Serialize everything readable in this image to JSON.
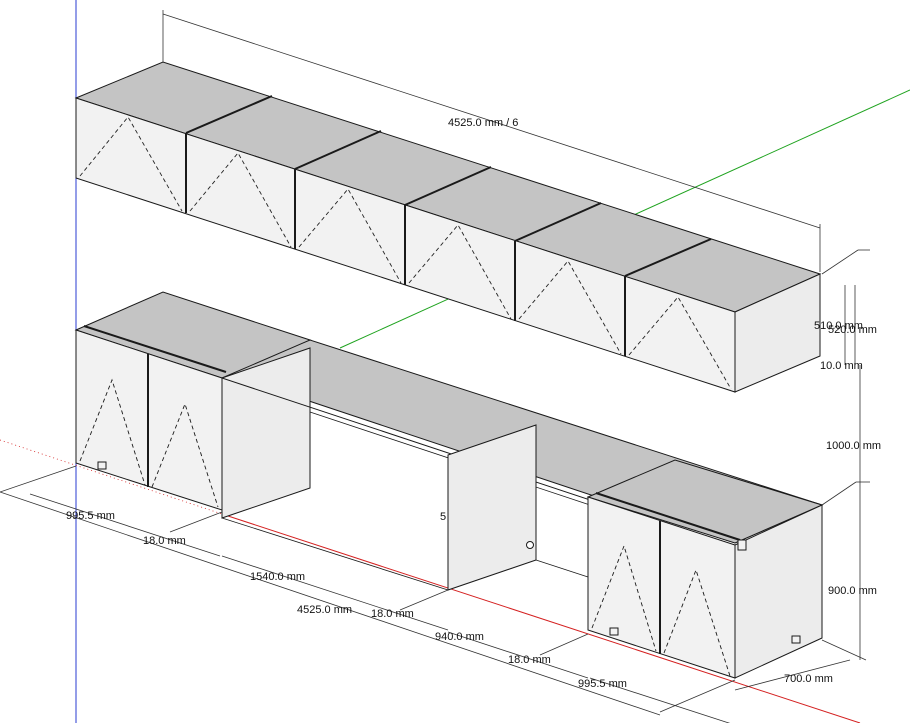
{
  "colors": {
    "background": "#ffffff",
    "axis_blue": "#2a3bd0",
    "axis_green": "#1fa31f",
    "axis_red": "#d42020",
    "top_face": "#c4c4c4",
    "front_face": "#f2f2f2",
    "side_face": "#ececec",
    "edge": "#1a1a1a",
    "dim_line": "#333333"
  },
  "dimensions": {
    "upper_total": "4525.0 mm / 6",
    "upper_height_outer": "520.0 mm",
    "upper_height_inner": "510.0 mm",
    "upper_gap": "10.0 mm",
    "counter_to_upper": "1000.0 mm",
    "base_height": "900.0 mm",
    "base_depth": "700.0 mm",
    "left_cabinet": "995.5 mm",
    "left_panel": "18.0 mm",
    "desk_span": "1540.0 mm",
    "total_length": "4525.0 mm",
    "mid_panel": "18.0 mm",
    "mid_span": "940.0 mm",
    "right_panel": "18.0 mm",
    "right_cabinet": "995.5 mm"
  },
  "labels": {
    "drawer_mark": "5"
  }
}
